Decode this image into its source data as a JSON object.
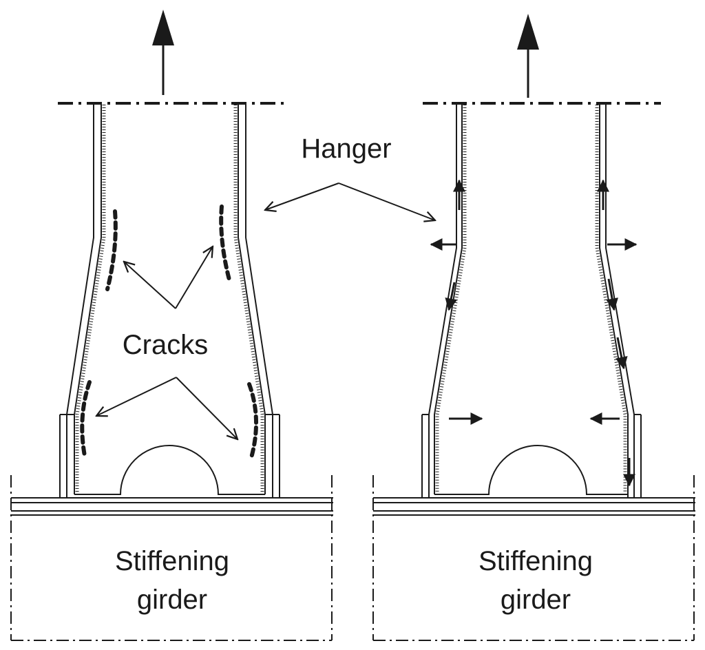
{
  "labels": {
    "hanger": "Hanger",
    "cracks": "Cracks",
    "girder_left_line1": "Stiffening",
    "girder_left_line2": "girder",
    "girder_right_line1": "Stiffening",
    "girder_right_line2": "girder"
  },
  "colors": {
    "ink": "#1a1a1a",
    "background": "#ffffff"
  }
}
